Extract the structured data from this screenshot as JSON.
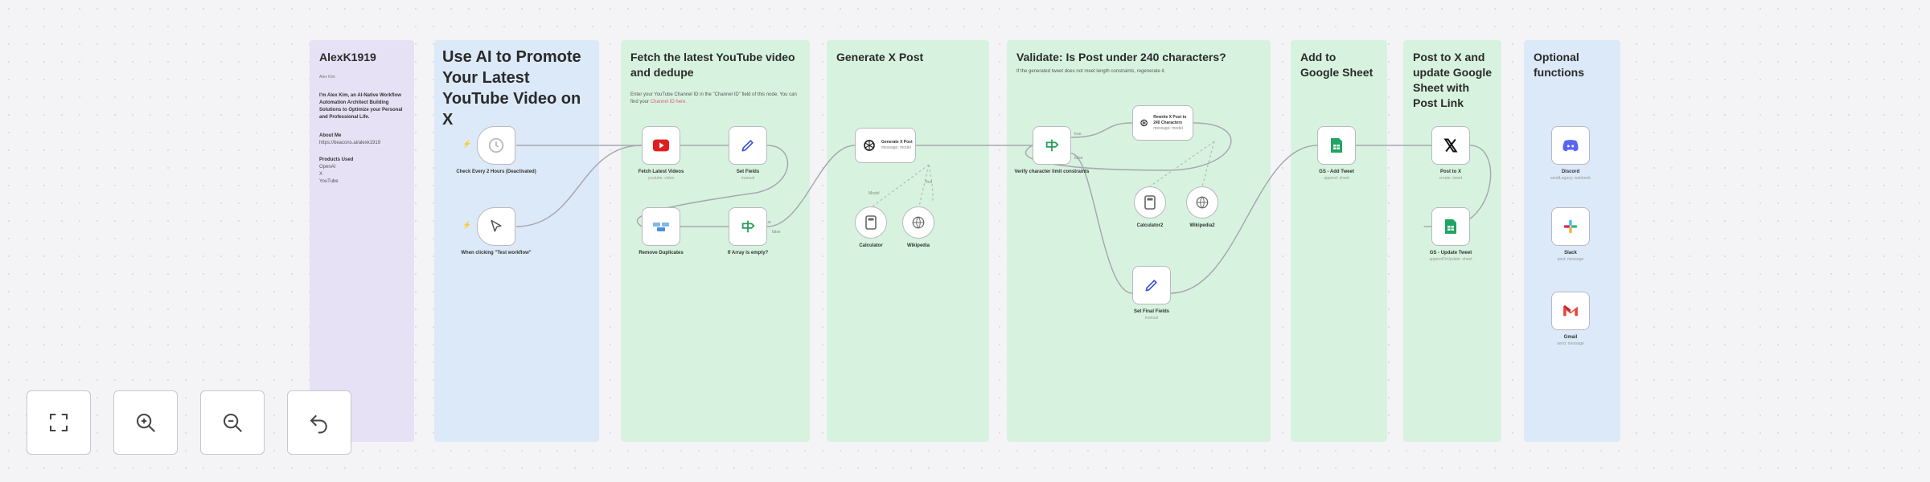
{
  "notes": {
    "author": {
      "title": "AlexK1919",
      "image_alt": "Alex Kim",
      "bio": "I'm Alex Kim, an AI-Native Workflow Automation Architect Building Solutions to Optimize your Personal and Professional Life.",
      "about_heading": "About Me",
      "about_link": "https://beacons.ai/alexk1919",
      "products_heading": "Products Used",
      "products": [
        "OpenAI",
        "X",
        "YouTube"
      ]
    },
    "intro": {
      "title": "Use AI to Promote Your Latest YouTube Video on X"
    },
    "fetch": {
      "title": "Fetch the latest YouTube video and dedupe",
      "desc": "Enter your YouTube Channel ID in the \"Channel ID\" field of this node. You can find your",
      "link": "Channel ID here."
    },
    "generate": {
      "title": "Generate X Post"
    },
    "validate": {
      "title": "Validate: Is Post under 240 characters?",
      "desc": "If the generated tweet does not meet length constraints, regenerate it."
    },
    "sheet": {
      "title": "Add to Google Sheet"
    },
    "post": {
      "title": "Post to X and update Google Sheet with Post Link"
    },
    "optional": {
      "title": "Optional functions"
    }
  },
  "nodes": {
    "schedule": {
      "label": "Check Every 2 Hours (Deactivated)",
      "icon": "clock-icon"
    },
    "manual": {
      "label": "When clicking \"Test workflow\"",
      "icon": "cursor-icon"
    },
    "fetch_videos": {
      "label": "Fetch Latest Videos",
      "sub": "youtube: video",
      "icon": "youtube-icon"
    },
    "set_fields": {
      "label": "Set Fields",
      "sub": "manual",
      "icon": "pencil-icon"
    },
    "remove_dupes": {
      "label": "Remove Duplicates",
      "icon": "dedupe-icon"
    },
    "if_empty": {
      "label": "If Array is empty?",
      "icon": "if-icon"
    },
    "generate_post": {
      "title": "Generate X Post",
      "sub": "message: model",
      "icon": "openai-icon"
    },
    "calculator": {
      "label": "Calculator",
      "icon": "calculator-icon"
    },
    "wikipedia": {
      "label": "Wikipedia",
      "icon": "wikipedia-icon"
    },
    "verify": {
      "label": "Verify character limit constraints",
      "icon": "if-icon"
    },
    "rewrite": {
      "title": "Rewrite X Post to 240 Characters",
      "sub": "message: model",
      "icon": "openai-icon"
    },
    "calculator2": {
      "label": "Calculator2",
      "icon": "calculator-icon"
    },
    "wikipedia2": {
      "label": "Wikipedia2",
      "icon": "wikipedia-icon"
    },
    "set_final": {
      "label": "Set Final Fields",
      "sub": "manual",
      "icon": "pencil-icon"
    },
    "gs_add": {
      "label": "GS - Add Tweet",
      "sub": "append: sheet",
      "icon": "google-sheets-icon"
    },
    "post_x": {
      "label": "Post to X",
      "sub": "create: tweet",
      "icon": "x-logo-icon"
    },
    "gs_update": {
      "label": "GS - Update Tweet",
      "sub": "appendOrUpdate: sheet",
      "icon": "google-sheets-icon"
    },
    "discord": {
      "label": "Discord",
      "sub": "sendLegacy: webhook",
      "icon": "discord-icon"
    },
    "slack": {
      "label": "Slack",
      "sub": "post: message",
      "icon": "slack-icon"
    },
    "gmail": {
      "label": "Gmail",
      "sub": "send: message",
      "icon": "gmail-icon"
    }
  },
  "edge_labels": {
    "true": "true",
    "false": "false",
    "model": "Model",
    "tool": "Tool"
  },
  "controls": [
    "fit-view-button",
    "zoom-in-button",
    "zoom-out-button",
    "reset-zoom-button"
  ],
  "colors": {
    "purple_note": "#e6e1f5",
    "blue_note": "#dce9f8",
    "green_note": "#d7f3df",
    "youtube": "#e02020",
    "sheets": "#1fa463",
    "pencil": "#3b4fd8",
    "discord": "#5865f2"
  }
}
